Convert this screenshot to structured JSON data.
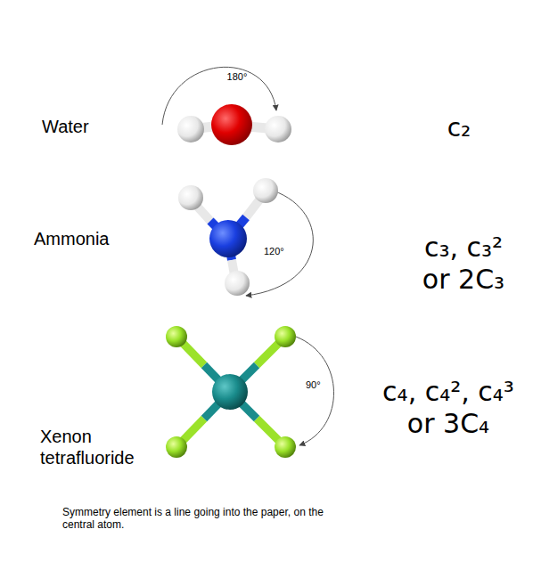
{
  "diagram": {
    "labels": [
      "Water",
      "180°",
      "c₂",
      "Ammonia",
      "120°",
      "c₃, c₃² or 2C₃",
      "Xenon tetrafluoride",
      "90°",
      "c₄, c₄², c₄³ or 3C₄",
      "Symmetry element is a line going into the paper, on the central atom."
    ]
  }
}
